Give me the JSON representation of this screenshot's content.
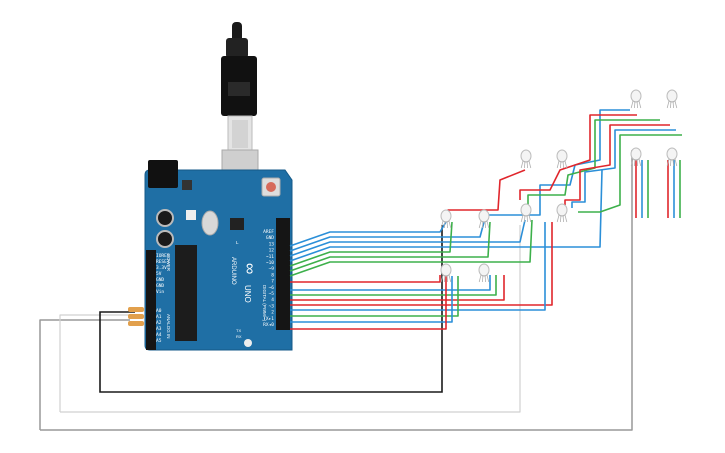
{
  "board": {
    "brand_logo": "∞",
    "model": "ARDUINO",
    "model_uno": "UNO",
    "left_labels": [
      "IOREF",
      "RESET",
      "3.3V",
      "5V",
      "GND",
      "GND",
      "Vin"
    ],
    "analog_labels": [
      "A0",
      "A1",
      "A2",
      "A3",
      "A4",
      "A5"
    ],
    "power_label": "POWER",
    "analog_label": "ANALOG IN",
    "digital_label": "DIGITAL (PWM ~)",
    "right_labels": [
      "AREF",
      "GND",
      "13",
      "12",
      "~11",
      "~10",
      "~9",
      "8",
      "7",
      "~6",
      "~5",
      "4",
      "~3",
      "2",
      "TX▸1",
      "RX◂0"
    ],
    "tx_rx": [
      "TX",
      "RX"
    ],
    "led_labels": [
      "L"
    ]
  },
  "colors": {
    "board_blue": "#1f6fa5",
    "wire_red": "#e0262c",
    "wire_green": "#3db04b",
    "wire_blue": "#2b8fd8",
    "wire_black": "#1a1a1a",
    "wire_gray": "#a0a0a0"
  },
  "icons": {
    "usb_cable": "usb-cable-icon",
    "rgb_led": "rgb-led-icon",
    "resistor": "resistor-icon",
    "reset_button": "reset-button-icon"
  }
}
